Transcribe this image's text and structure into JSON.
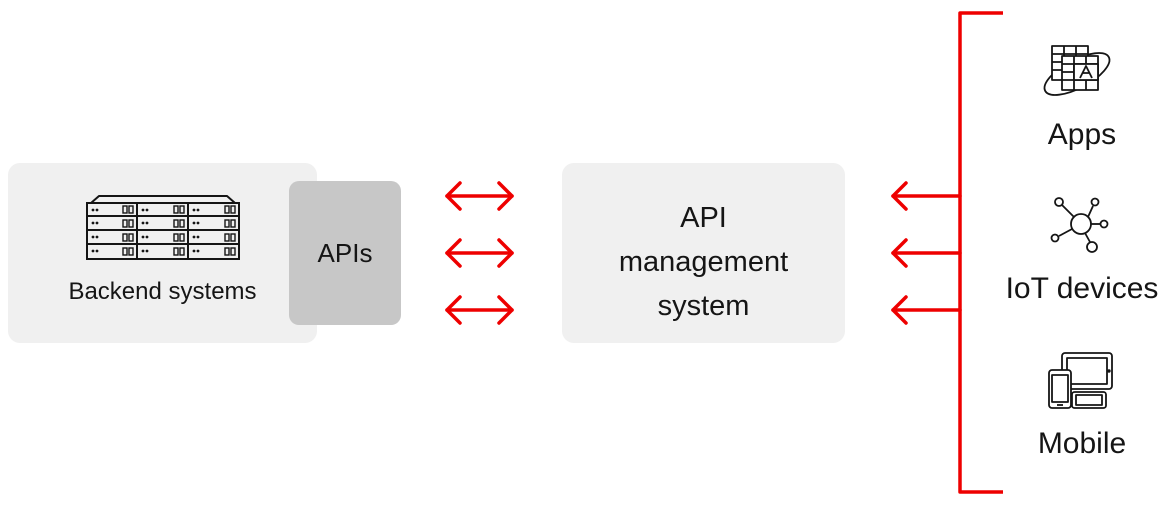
{
  "backend": {
    "label": "Backend systems",
    "icon": "server-rack-icon"
  },
  "apis": {
    "label": "APIs"
  },
  "apim": {
    "line1": "API",
    "line2": "management",
    "line3": "system"
  },
  "consumers": [
    {
      "label": "Apps",
      "icon": "apps-icon"
    },
    {
      "label": "IoT devices",
      "icon": "iot-hub-icon"
    },
    {
      "label": "Mobile",
      "icon": "mobile-devices-icon"
    }
  ],
  "colors": {
    "accent": "#ee0000",
    "box_light": "#f0f0f0",
    "box_dark": "#c7c7c7",
    "text": "#151515"
  }
}
